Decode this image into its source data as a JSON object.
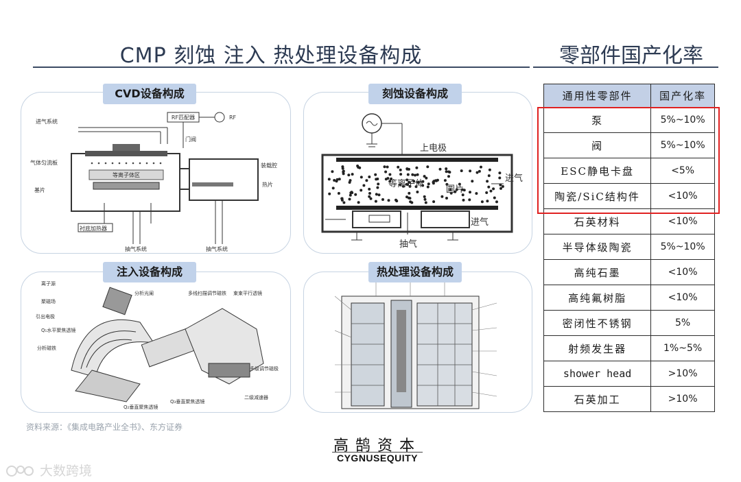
{
  "header": {
    "left_title": "CMP 刻蚀 注入 热处理设备构成",
    "right_title": "零部件国产化率"
  },
  "panels": {
    "cvd": {
      "label": "CVD设备构成",
      "annotations": {
        "gas_in": "进气系统",
        "rf_match": "RF匹配器",
        "rf": "RF",
        "gate": "门阀",
        "gas_plate": "气体匀流板",
        "plasma": "等离子体区",
        "load_lock": "装载腔",
        "substrate": "基片",
        "wafer": "热片",
        "heater": "衬底加热器",
        "exhaust1": "抽气系统",
        "exhaust2": "抽气系统"
      }
    },
    "etch": {
      "label": "刻蚀设备构成",
      "annotations": {
        "top_electrode": "上电极",
        "plasma": "等离子体",
        "wafer": "圆片",
        "gas_in1": "进气",
        "gas_in2": "进气",
        "exhaust": "抽气"
      }
    },
    "implant": {
      "label": "注入设备构成",
      "annotations": {
        "ion_source": "离子源",
        "mag": "聚磁场",
        "extract": "引出电极",
        "focus": "Q₁水平聚焦透镜",
        "analyzer": "分析磁铁",
        "slit": "分析光阑",
        "scan": "多线扫描调节磁铁",
        "parallel": "束束平行透镜",
        "q2": "Q₂垂直聚焦透镜",
        "q3": "Q₃垂直聚焦透镜",
        "multi": "多级调节磁极",
        "suppress": "二级减速器"
      }
    },
    "thermal": {
      "label": "热处理设备构成"
    }
  },
  "table": {
    "headers": [
      "通用性零部件",
      "国产化率"
    ],
    "rows": [
      [
        "泵",
        "5%~10%"
      ],
      [
        "阀",
        "5%~10%"
      ],
      [
        "ESC静电卡盘",
        "<5%"
      ],
      [
        "陶瓷/SiC结构件",
        "<10%"
      ],
      [
        "石英材料",
        "<10%"
      ],
      [
        "半导体级陶瓷",
        "5%~10%"
      ],
      [
        "高纯石墨",
        "<10%"
      ],
      [
        "高纯氟树脂",
        "<10%"
      ],
      [
        "密闭性不锈钢",
        "5%"
      ],
      [
        "射频发生器",
        "1%~5%"
      ],
      [
        "shower head",
        ">10%"
      ],
      [
        "石英加工",
        ">10%"
      ]
    ]
  },
  "footer": {
    "source": "资料来源：《集成电路产业全书》、东方证券",
    "brand_cn": "高鹄资本",
    "brand_en": "CYGNUSEQUITY",
    "watermark": "大数跨境"
  },
  "colors": {
    "title": "#2c3a52",
    "label_bg": "#c1d2ea",
    "panel_border": "#c6d3e2",
    "header_bg": "#c3d0e6",
    "highlight": "#e02020"
  }
}
